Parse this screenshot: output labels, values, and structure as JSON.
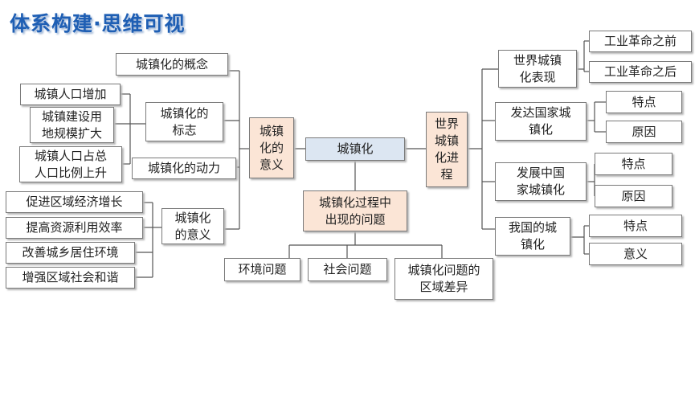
{
  "title": "体系构建·思维可视",
  "center": "城镇化",
  "left": {
    "main": "城镇\n化的\n意义",
    "concept": "城镇化的概念",
    "sign": {
      "label": "城镇化的\n标志",
      "items": [
        "城镇人口增加",
        "城镇建设用\n地规模扩大",
        "城镇人口占总\n人口比例上升"
      ]
    },
    "driver": "城镇化的动力",
    "meaning": {
      "label": "城镇化\n的意义",
      "items": [
        "促进区域经济增长",
        "提高资源利用效率",
        "改善城乡居住环境",
        "增强区域社会和谐"
      ]
    }
  },
  "problems": {
    "label": "城镇化过程中\n出现的问题",
    "items": [
      "环境问题",
      "社会问题",
      "城镇化问题的\n区域差异"
    ]
  },
  "right": {
    "main": "世界\n城镇\n化进\n程",
    "world": {
      "label": "世界城镇\n化表现",
      "items": [
        "工业革命之前",
        "工业革命之后"
      ]
    },
    "developed": {
      "label": "发达国家城\n镇化",
      "items": [
        "特点",
        "原因"
      ]
    },
    "developing": {
      "label": "发展中国\n家城镇化",
      "items": [
        "特点",
        "原因"
      ]
    },
    "china": {
      "label": "我国的城\n镇化",
      "items": [
        "特点",
        "意义"
      ]
    }
  }
}
